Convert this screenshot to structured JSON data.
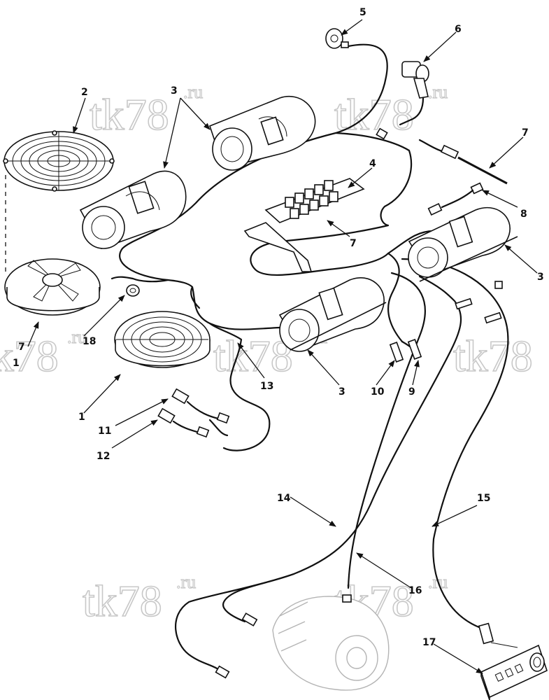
{
  "watermark": {
    "brand": "tk78",
    "suffix": ".ru"
  },
  "callouts": {
    "c1a": "1",
    "c1b": "1",
    "c2": "2",
    "c3a": "3",
    "c3b": "3",
    "c3c": "3",
    "c4": "4",
    "c5": "5",
    "c6": "6",
    "c7a": "7",
    "c7b": "7",
    "c7c": "7",
    "c8": "8",
    "c9": "9",
    "c10": "10",
    "c11": "11",
    "c12": "12",
    "c13": "13",
    "c14": "14",
    "c15": "15",
    "c16": "16",
    "c17": "17",
    "c18": "18"
  }
}
